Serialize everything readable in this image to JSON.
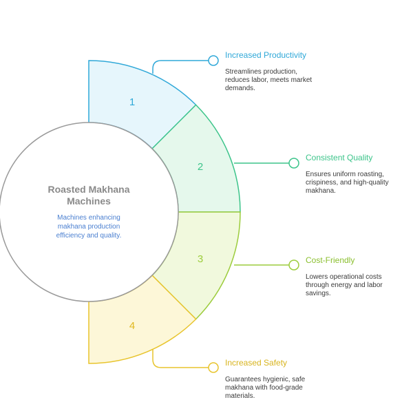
{
  "center": {
    "title_lines": [
      "Roasted Makhana",
      "Machines"
    ],
    "desc_lines": [
      "Machines enhancing",
      "makhana production",
      "efficiency and quality."
    ]
  },
  "items": [
    {
      "number": "1",
      "title": "Increased Productivity",
      "desc_lines": [
        "Streamlines production,",
        "reduces labor, meets market",
        "demands."
      ],
      "color": "#2fa8d8",
      "fill": "#e6f6fc"
    },
    {
      "number": "2",
      "title": "Consistent Quality",
      "desc_lines": [
        "Ensures uniform roasting,",
        "crispiness, and high-quality",
        "makhana."
      ],
      "color": "#3cc48a",
      "fill": "#e5f8ec"
    },
    {
      "number": "3",
      "title": "Cost-Friendly",
      "desc_lines": [
        "Lowers operational costs",
        "through energy and labor",
        "savings."
      ],
      "color": "#9ccc3c",
      "fill": "#f1f9dd"
    },
    {
      "number": "4",
      "title": "Increased Safety",
      "desc_lines": [
        "Guarantees hygienic, safe",
        "makhana with food-grade",
        "materials."
      ],
      "color": "#e8c42c",
      "fill": "#fdf7d8"
    }
  ]
}
